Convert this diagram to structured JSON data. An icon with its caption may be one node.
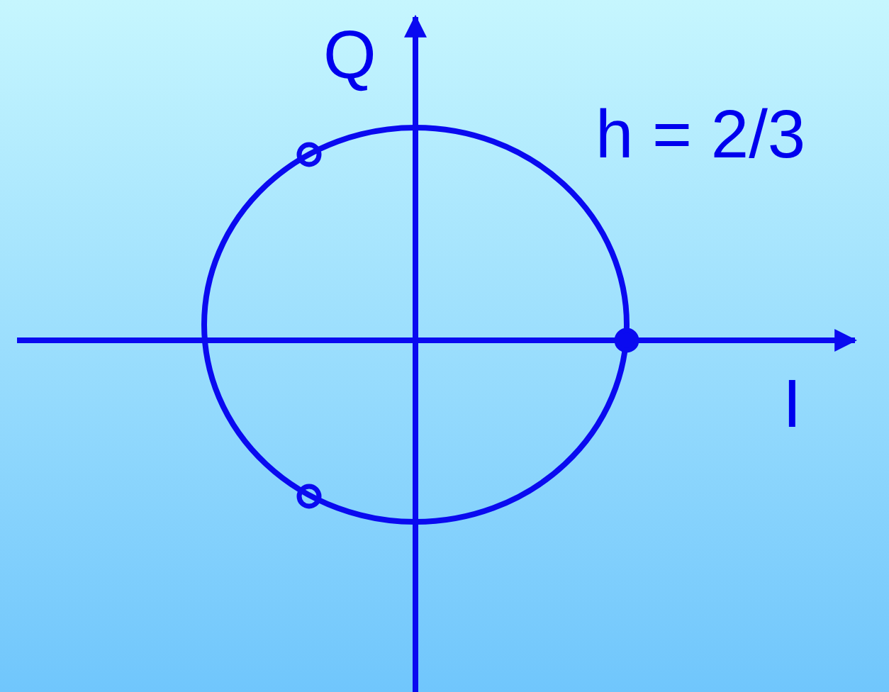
{
  "diagram": {
    "labels": [
      "Q",
      "h = 2/3",
      "I"
    ]
  }
}
